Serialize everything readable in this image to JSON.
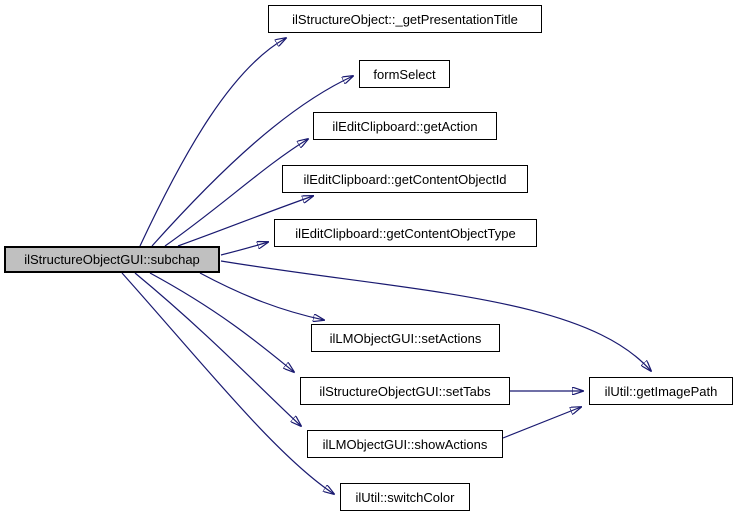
{
  "graph": {
    "type": "call-graph",
    "colors": {
      "edge": "#191970",
      "node_border": "#000000",
      "node_fill": "#ffffff",
      "highlight_fill": "#c0c0c0",
      "background": "#ffffff",
      "text": "#000000"
    },
    "nodes": [
      {
        "id": "subchap",
        "label": "ilStructureObjectGUI::subchap",
        "highlighted": true
      },
      {
        "id": "getPresentationTitle",
        "label": "ilStructureObject::_getPresentationTitle",
        "highlighted": false
      },
      {
        "id": "formSelect",
        "label": "formSelect",
        "highlighted": false
      },
      {
        "id": "getAction",
        "label": "ilEditClipboard::getAction",
        "highlighted": false
      },
      {
        "id": "getContentObjectId",
        "label": "ilEditClipboard::getContentObjectId",
        "highlighted": false
      },
      {
        "id": "getContentObjectType",
        "label": "ilEditClipboard::getContentObjectType",
        "highlighted": false
      },
      {
        "id": "setActions",
        "label": "ilLMObjectGUI::setActions",
        "highlighted": false
      },
      {
        "id": "setTabs",
        "label": "ilStructureObjectGUI::setTabs",
        "highlighted": false
      },
      {
        "id": "showActions",
        "label": "ilLMObjectGUI::showActions",
        "highlighted": false
      },
      {
        "id": "switchColor",
        "label": "ilUtil::switchColor",
        "highlighted": false
      },
      {
        "id": "getImagePath",
        "label": "ilUtil::getImagePath",
        "highlighted": false
      }
    ],
    "edges": [
      {
        "from": "ilStructureObjectGUI::subchap",
        "to": "ilStructureObject::_getPresentationTitle"
      },
      {
        "from": "ilStructureObjectGUI::subchap",
        "to": "formSelect"
      },
      {
        "from": "ilStructureObjectGUI::subchap",
        "to": "ilEditClipboard::getAction"
      },
      {
        "from": "ilStructureObjectGUI::subchap",
        "to": "ilEditClipboard::getContentObjectId"
      },
      {
        "from": "ilStructureObjectGUI::subchap",
        "to": "ilEditClipboard::getContentObjectType"
      },
      {
        "from": "ilStructureObjectGUI::subchap",
        "to": "ilUtil::getImagePath"
      },
      {
        "from": "ilStructureObjectGUI::subchap",
        "to": "ilLMObjectGUI::setActions"
      },
      {
        "from": "ilStructureObjectGUI::subchap",
        "to": "ilStructureObjectGUI::setTabs"
      },
      {
        "from": "ilStructureObjectGUI::subchap",
        "to": "ilLMObjectGUI::showActions"
      },
      {
        "from": "ilStructureObjectGUI::subchap",
        "to": "ilUtil::switchColor"
      },
      {
        "from": "ilStructureObjectGUI::setTabs",
        "to": "ilUtil::getImagePath"
      },
      {
        "from": "ilLMObjectGUI::showActions",
        "to": "ilUtil::getImagePath"
      }
    ]
  }
}
